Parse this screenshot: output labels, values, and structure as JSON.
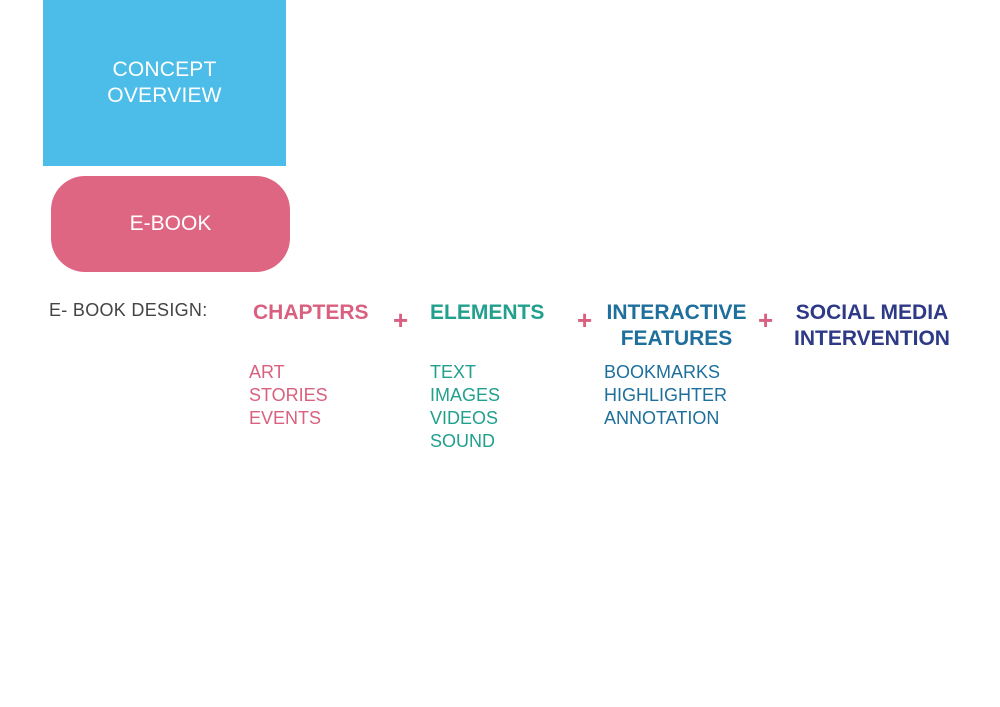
{
  "concept": {
    "line1": "CONCEPT",
    "line2": "OVERVIEW"
  },
  "ebook": {
    "label": "E-BOOK"
  },
  "design_label": "E- BOOK DESIGN:",
  "plus": "+",
  "columns": [
    {
      "heading1": "CHAPTERS",
      "heading2": "",
      "items": [
        "ART",
        "STORIES",
        "EVENTS"
      ]
    },
    {
      "heading1": "ELEMENTS",
      "heading2": "",
      "items": [
        "TEXT",
        "IMAGES",
        "VIDEOS",
        "SOUND"
      ]
    },
    {
      "heading1": "INTERACTIVE",
      "heading2": "FEATURES",
      "items": [
        "BOOKMARKS",
        "HIGHLIGHTER",
        "ANNOTATION"
      ]
    },
    {
      "heading1": "SOCIAL MEDIA",
      "heading2": "INTERVENTION",
      "items": []
    }
  ],
  "colors": {
    "concept_bg": "#4bbde8",
    "ebook_bg": "#de6683",
    "chapters": "#d9607f",
    "elements": "#22a08e",
    "interactive": "#1e6f9c",
    "social": "#2e3a86",
    "plus": "#d9607f"
  }
}
